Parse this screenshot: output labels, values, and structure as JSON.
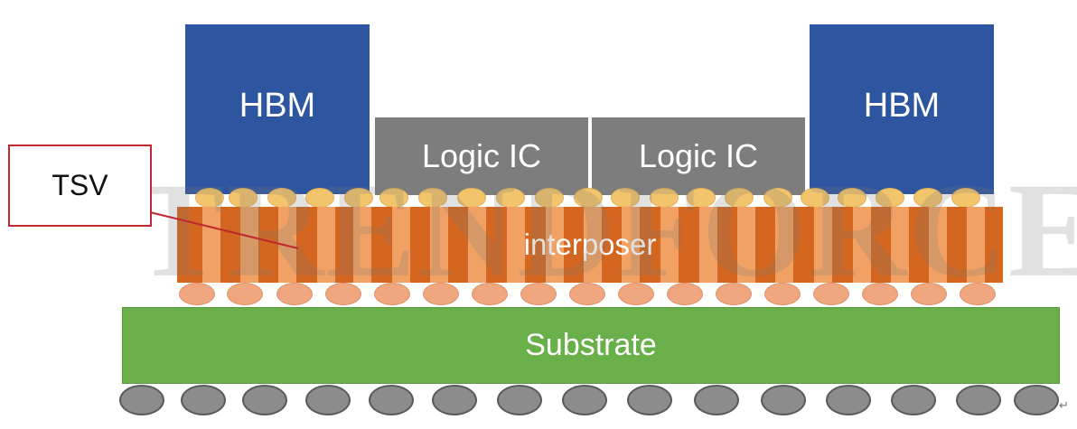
{
  "chips": {
    "hbm_left": "HBM",
    "logic_left": "Logic IC",
    "logic_right": "Logic IC",
    "hbm_right": "HBM"
  },
  "interposer": "interposer",
  "substrate": "Substrate",
  "callout": "TSV",
  "watermark": "TRENDFORCE",
  "colors": {
    "hbm": "#2e55a0",
    "logic_ic": "#7d7d7d",
    "interposer": "#d4661f",
    "tsv": "#ffba82",
    "micro_bump": "#f2c46b",
    "c4_bump": "#f0a67e",
    "substrate": "#6ab04a",
    "solder_ball": "#8c8c8c",
    "callout_border": "#c0282f"
  },
  "icons": {
    "paragraph_mark": "return-arrow-icon"
  }
}
